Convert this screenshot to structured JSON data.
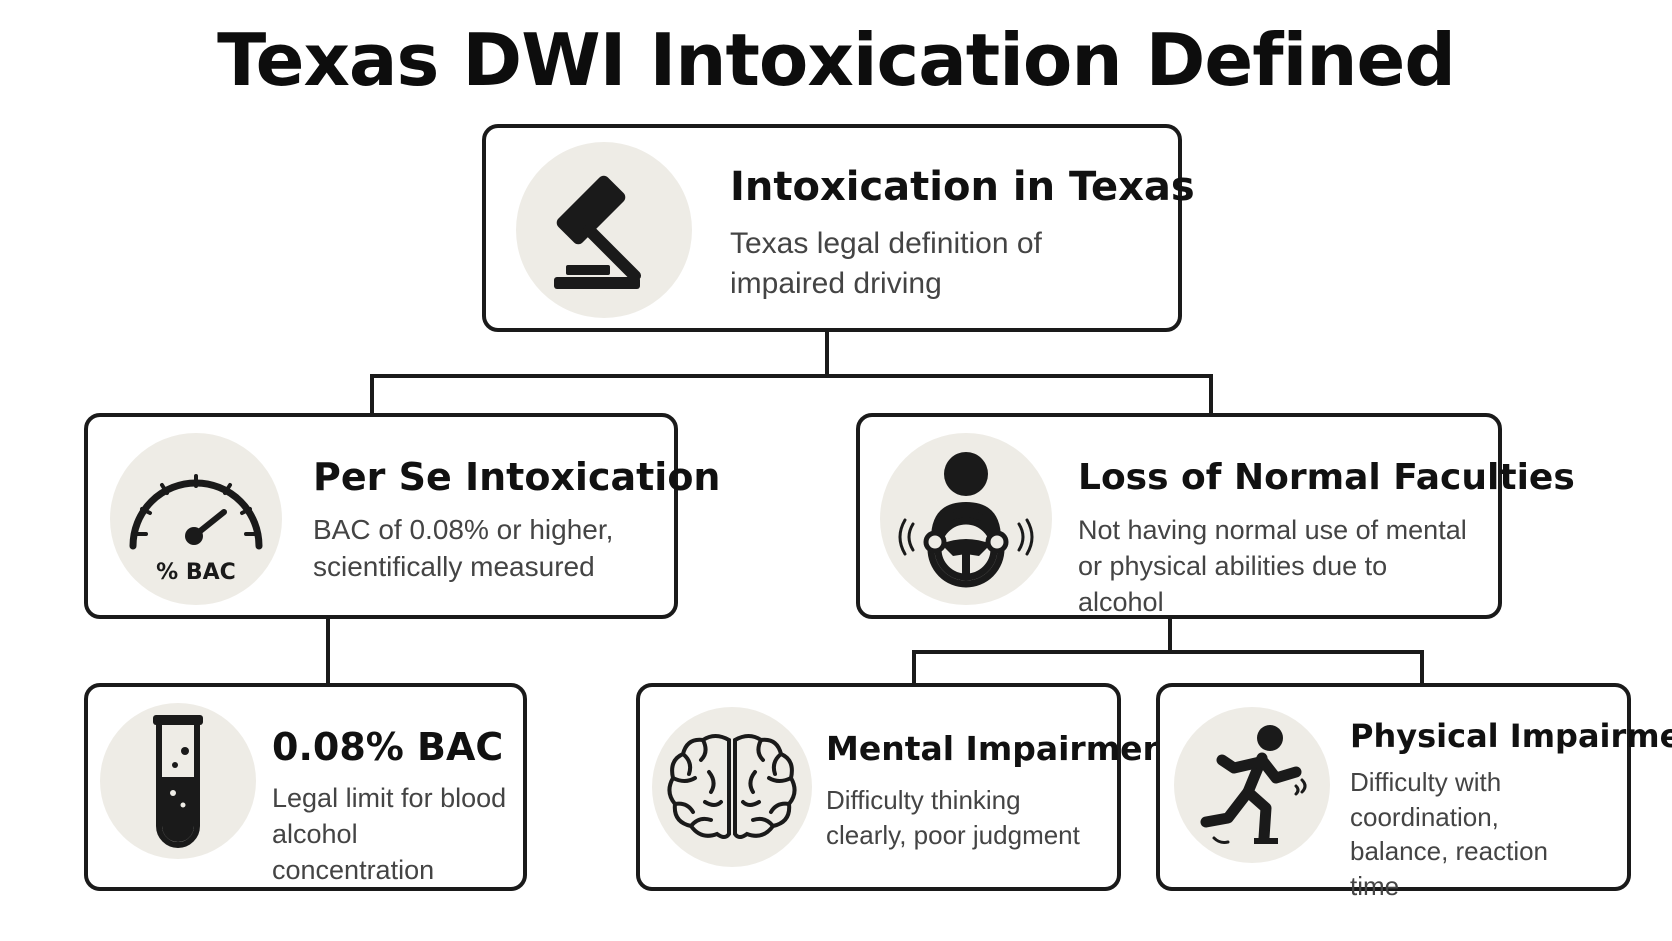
{
  "title": "Texas DWI Intoxication Defined",
  "nodes": {
    "root": {
      "title": "Intoxication in Texas",
      "desc": "Texas legal definition of impaired driving",
      "icon": "gavel-icon"
    },
    "per_se": {
      "title": "Per Se Intoxication",
      "desc": "BAC of 0.08% or higher, scientifically measured",
      "icon": "gauge-icon",
      "icon_label": "% BAC"
    },
    "loss": {
      "title": "Loss of Normal Faculties",
      "desc": "Not having normal use of mental or physical abilities due to alcohol",
      "icon": "driver-steering-wheel-icon"
    },
    "bac": {
      "title": "0.08% BAC",
      "desc": "Legal limit for blood alcohol concentration",
      "icon": "test-tube-icon"
    },
    "mental": {
      "title": "Mental Impairment",
      "desc": "Difficulty thinking clearly, poor judgment",
      "icon": "brain-icon"
    },
    "physical": {
      "title": "Physical Impairment",
      "desc": "Difficulty with coordination, balance, reaction time",
      "icon": "running-person-icon"
    }
  },
  "colors": {
    "border": "#1a1a1a",
    "icon_bg": "#eeece6",
    "text_primary": "#111111",
    "text_secondary": "#444444"
  }
}
